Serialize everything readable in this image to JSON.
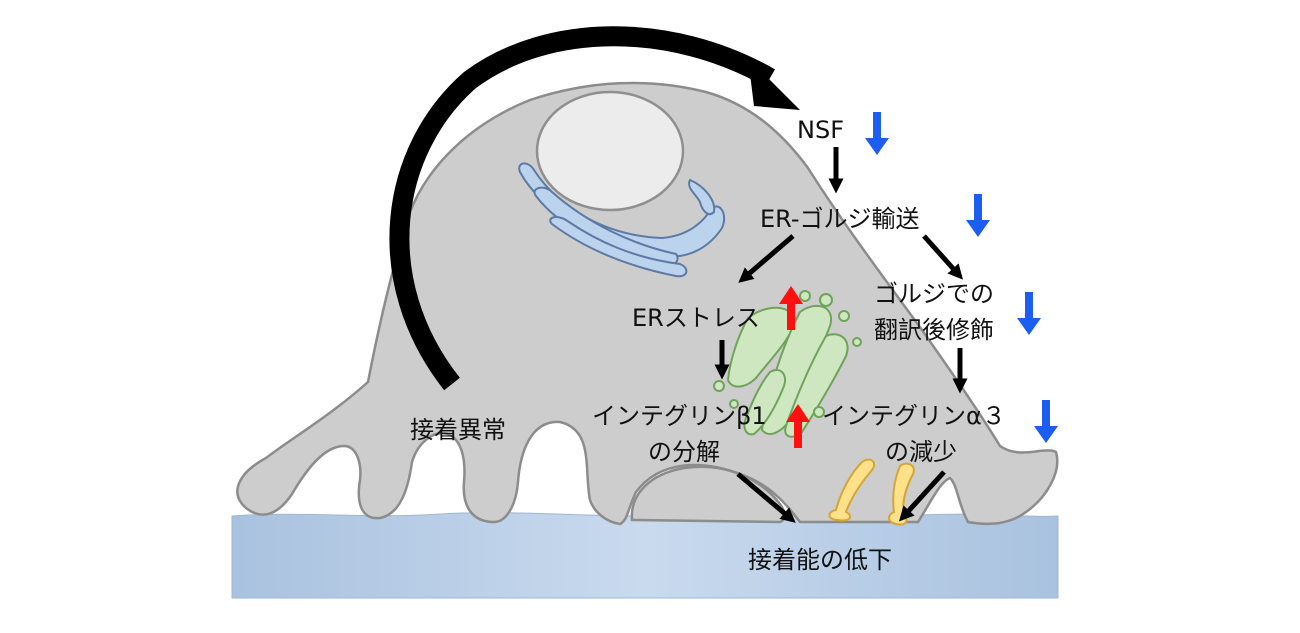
{
  "labels": {
    "nsf": "NSF",
    "er_golgi_transport": "ER-ゴルジ輸送",
    "er_stress": "ERストレス",
    "golgi_modification_line1": "ゴルジでの",
    "golgi_modification_line2": "翻訳後修飾",
    "integrin_b1_line1": "インテグリンβ1",
    "integrin_b1_line2": "の分解",
    "integrin_a3_line1": "インテグリンα３",
    "integrin_a3_line2": "の減少",
    "adhesion_abnormality": "接着異常",
    "adhesion_decrease": "接着能の低下"
  },
  "colors": {
    "cell_fill": "#cdcdcd",
    "cell_stroke": "#8c8c8c",
    "nucleus": "#ececec",
    "golgi": "#bcd3ee",
    "er": "#cfe7c1",
    "integrin": "#ffe18a",
    "substrate": "#b7cde6",
    "arrow_down": "#1b5ef0",
    "arrow_up": "#ff1010",
    "arrow_black": "#000000"
  },
  "indicators": {
    "nsf": "down",
    "er_golgi_transport": "down",
    "er_stress": "up",
    "golgi_modification": "down",
    "integrin_b1_degradation": "up",
    "integrin_a3": "down"
  }
}
